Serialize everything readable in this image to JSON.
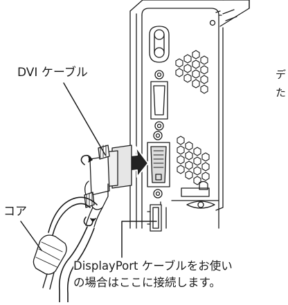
{
  "labels": {
    "dvi_cable": "DVI ケーブル",
    "core": "コア",
    "displayport_line1": "DisplayPort ケーブルをお使い",
    "displayport_line2": "の場合はここに接続します。",
    "cut_text_line1": "デ",
    "cut_text_line2": "た"
  },
  "icons": {
    "insert_arrow": "insert-arrow-icon",
    "screw_rotation": "rotate-arrow-icon"
  },
  "colors": {
    "line": "#1a1a1a",
    "background": "#ffffff",
    "connector_gray": "#d8d8d8",
    "arrow_dark": "#222222"
  }
}
